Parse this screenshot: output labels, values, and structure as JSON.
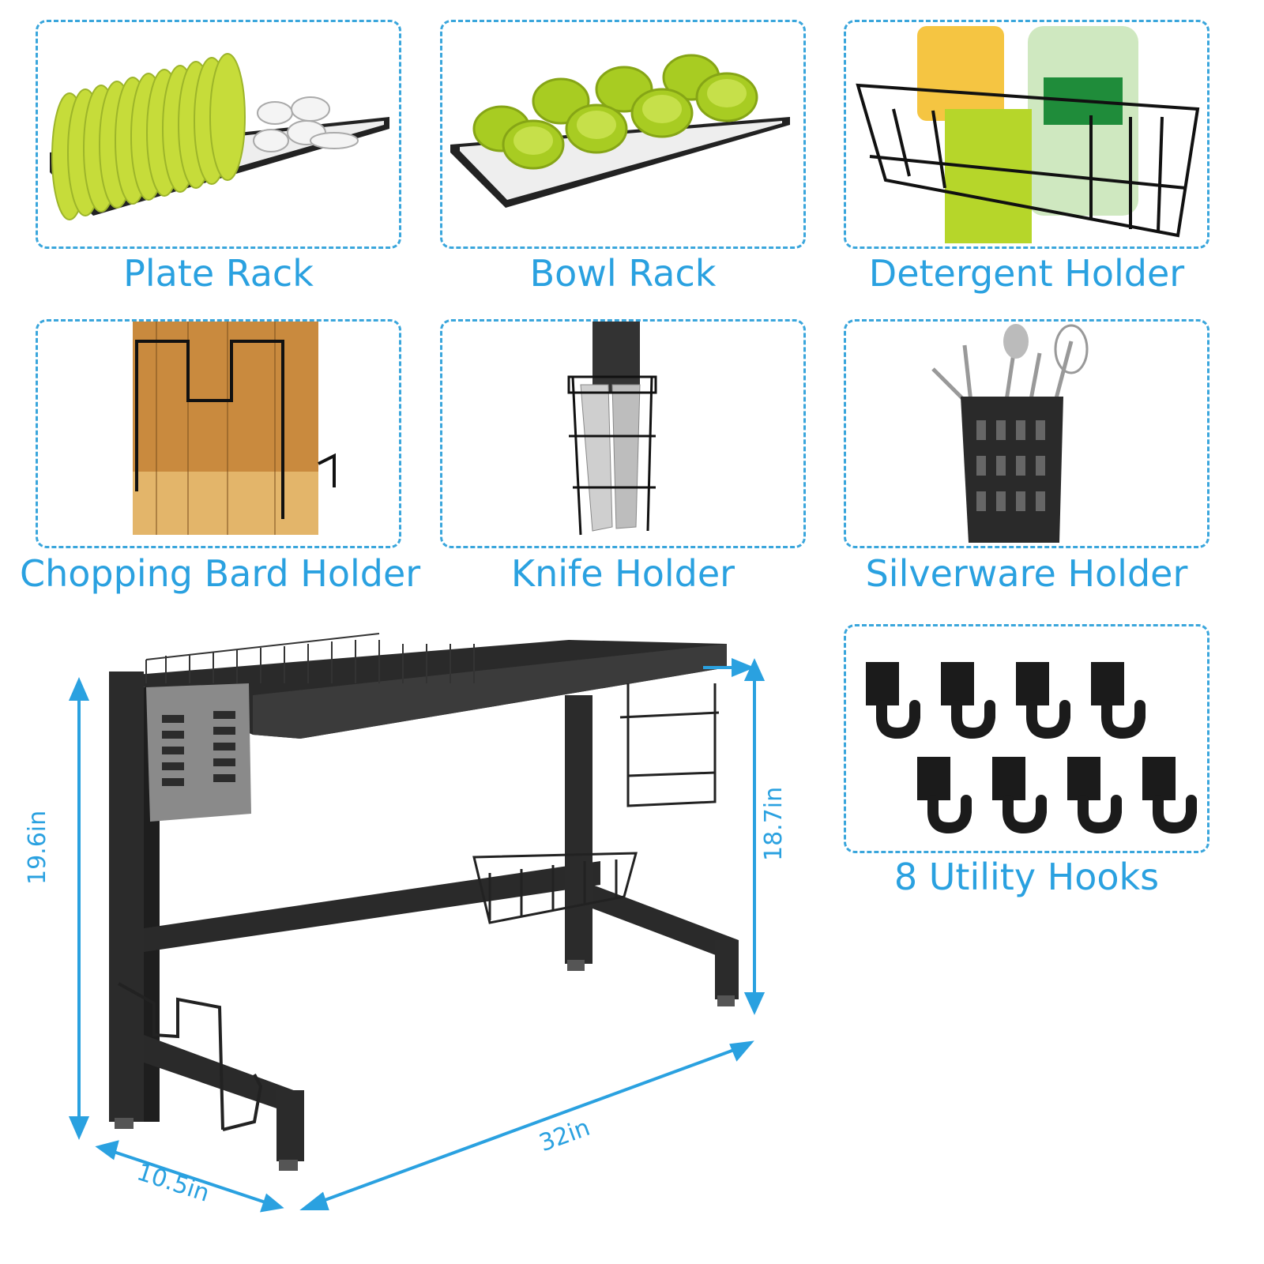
{
  "accent_color": "#2aa1e0",
  "components": [
    {
      "label": "Plate Rack",
      "icon": "plate-rack-icon"
    },
    {
      "label": "Bowl Rack",
      "icon": "bowl-rack-icon"
    },
    {
      "label": "Detergent Holder",
      "icon": "detergent-holder-icon"
    },
    {
      "label": "Chopping Bard Holder",
      "icon": "chopping-board-holder-icon"
    },
    {
      "label": "Knife Holder",
      "icon": "knife-holder-icon"
    },
    {
      "label": "Silverware Holder",
      "icon": "silverware-holder-icon"
    },
    {
      "label": "8 Utility Hooks",
      "icon": "utility-hooks-icon"
    }
  ],
  "dimensions": {
    "height_left": "19.6in",
    "height_right": "18.7in",
    "length": "32in",
    "depth": "10.5in"
  }
}
